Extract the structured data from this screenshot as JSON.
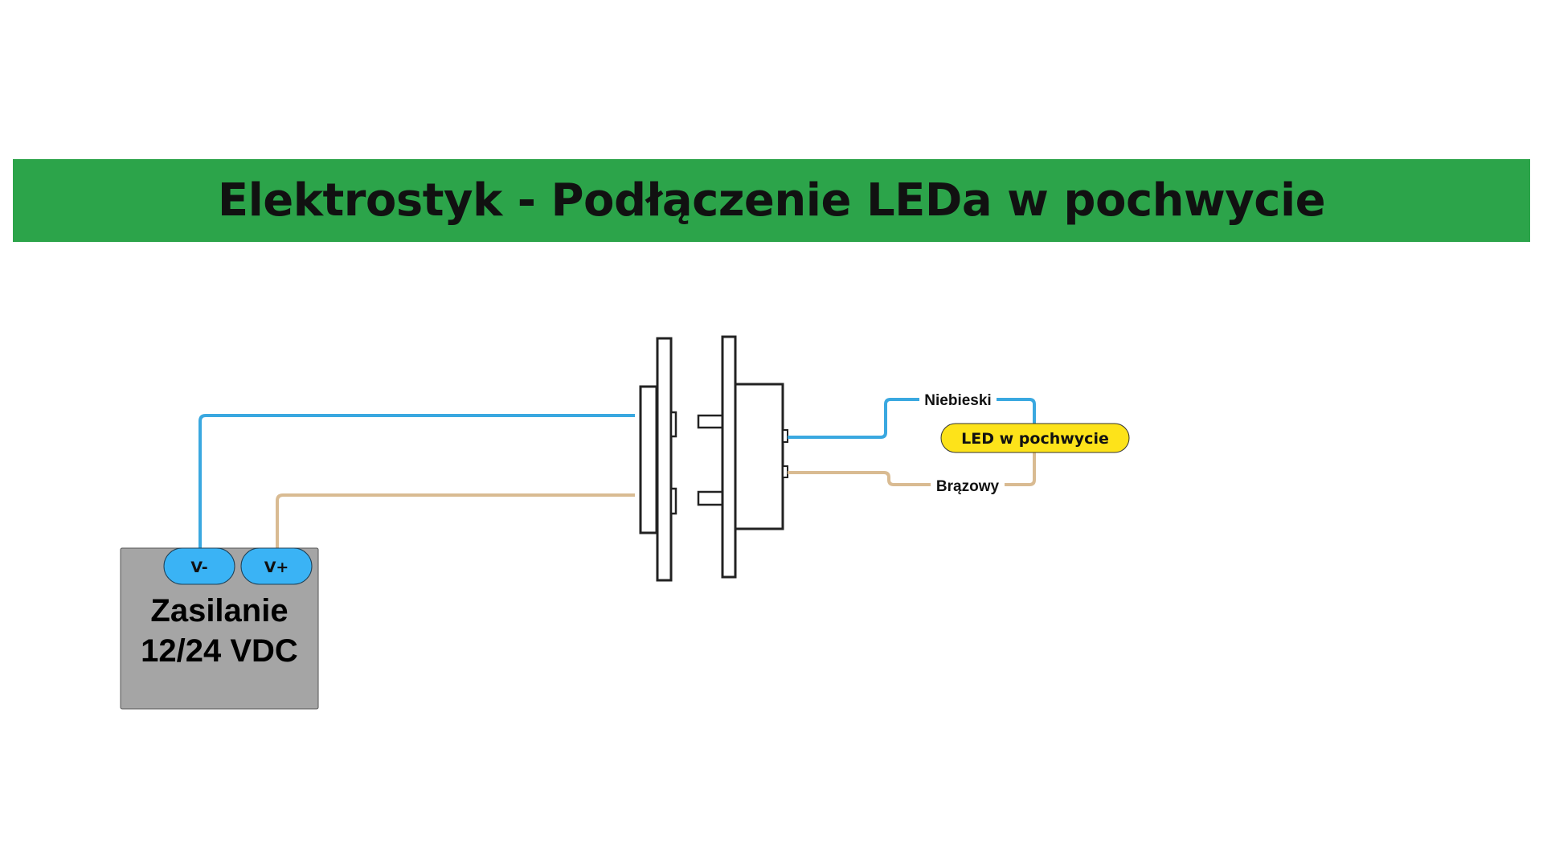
{
  "title": "Elektrostyk - Podłączenie LEDa w pochwycie",
  "power_supply": {
    "label_line1": "Zasilanie",
    "label_line2": "12/24 VDC",
    "terminal_negative": "V-",
    "terminal_positive": "V+"
  },
  "wires": {
    "blue_label": "Niebieski",
    "brown_label": "Brązowy"
  },
  "led": {
    "label": "LED w pochwycie"
  },
  "colors": {
    "title_bar": "#2ca44a",
    "blue_wire": "#3aa8e0",
    "brown_wire": "#d9bb92",
    "terminal": "#3ab3f5",
    "power_box": "#a5a5a5",
    "led": "#fde31a"
  }
}
